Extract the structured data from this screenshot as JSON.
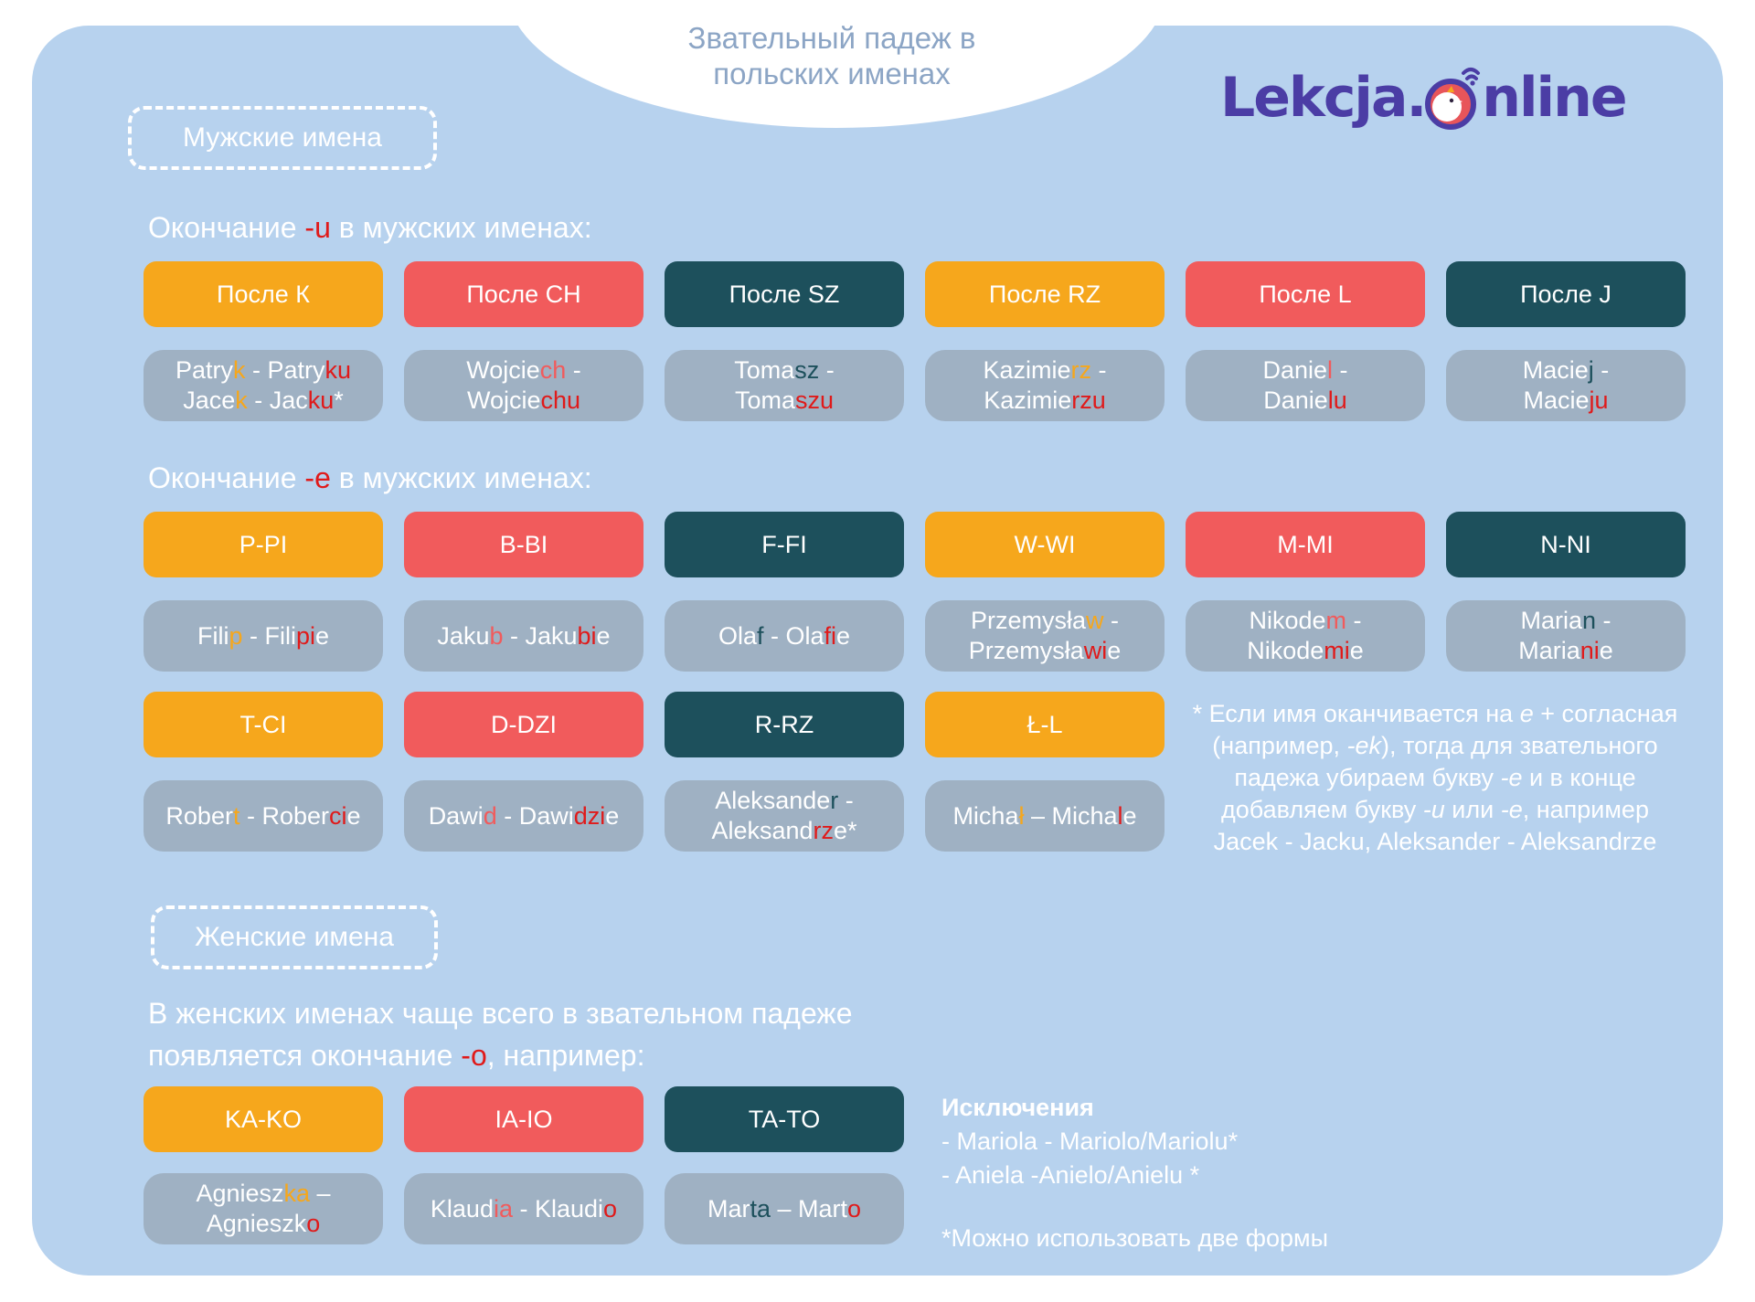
{
  "colors": {
    "white": "#ffffff",
    "red": "#e01a1a",
    "orange": "#f6a71c",
    "btn_red": "#f15b5c",
    "teal": "#1d505c",
    "card_blue": "#b7d2ee",
    "box_gray": "#9fb1c3",
    "title_gray": "#8ca5c5",
    "logo_purple": "#4b3da5"
  },
  "header": {
    "title_line1": "Звательный падеж в",
    "title_line2": "польских именах",
    "logo_prefix": "Lekcja.",
    "logo_suffix": "nline"
  },
  "male": {
    "badge": "Мужские имена",
    "section_u": {
      "heading": [
        [
          [
            "Окончание ",
            "w"
          ],
          [
            "-u",
            "r"
          ],
          [
            " в мужских именах:",
            "w"
          ]
        ]
      ],
      "columns": [
        {
          "label": "После К",
          "lines": [
            [
              [
                "Patry",
                "w"
              ],
              [
                "k",
                "o"
              ],
              [
                " - Patry",
                "w"
              ],
              [
                "ku",
                "r"
              ]
            ],
            [
              [
                "Jace",
                "w"
              ],
              [
                "k",
                "o"
              ],
              [
                " - Jac",
                "w"
              ],
              [
                "ku",
                "r"
              ],
              [
                "*",
                "w"
              ]
            ]
          ]
        },
        {
          "label": "После CH",
          "lines": [
            [
              [
                "Wojcie",
                "w"
              ],
              [
                "ch",
                "br"
              ],
              [
                " -",
                "w"
              ]
            ],
            [
              [
                "Wojcie",
                "w"
              ],
              [
                "chu",
                "r"
              ]
            ]
          ]
        },
        {
          "label": "После SZ",
          "lines": [
            [
              [
                "Toma",
                "w"
              ],
              [
                "sz",
                "t"
              ],
              [
                " -",
                "w"
              ]
            ],
            [
              [
                "Toma",
                "w"
              ],
              [
                "szu",
                "r"
              ]
            ]
          ]
        },
        {
          "label": "После RZ",
          "lines": [
            [
              [
                "Kazimie",
                "w"
              ],
              [
                "rz",
                "o"
              ],
              [
                " -",
                "w"
              ]
            ],
            [
              [
                "Kazimie",
                "w"
              ],
              [
                "rzu",
                "r"
              ]
            ]
          ]
        },
        {
          "label": "После L",
          "lines": [
            [
              [
                "Danie",
                "w"
              ],
              [
                "l",
                "br"
              ],
              [
                " -",
                "w"
              ]
            ],
            [
              [
                "Danie",
                "w"
              ],
              [
                "lu",
                "r"
              ]
            ]
          ]
        },
        {
          "label": "После J",
          "lines": [
            [
              [
                "Macie",
                "w"
              ],
              [
                "j",
                "t"
              ],
              [
                " -",
                "w"
              ]
            ],
            [
              [
                "Macie",
                "w"
              ],
              [
                "ju",
                "r"
              ]
            ]
          ]
        }
      ]
    },
    "section_e": {
      "heading": [
        [
          [
            "Окончание ",
            "w"
          ],
          [
            "-e",
            "r"
          ],
          [
            " в мужских именах:",
            "w"
          ]
        ]
      ],
      "row1": [
        {
          "label": "P-PI",
          "lines": [
            [
              [
                "Fili",
                "w"
              ],
              [
                "p",
                "o"
              ],
              [
                " - Fili",
                "w"
              ],
              [
                "pi",
                "r"
              ],
              [
                "e",
                "w"
              ]
            ]
          ]
        },
        {
          "label": "B-BI",
          "lines": [
            [
              [
                "Jaku",
                "w"
              ],
              [
                "b",
                "br"
              ],
              [
                " - Jaku",
                "w"
              ],
              [
                "bi",
                "r"
              ],
              [
                "e",
                "w"
              ]
            ]
          ]
        },
        {
          "label": "F-FI",
          "lines": [
            [
              [
                "Ola",
                "w"
              ],
              [
                "f",
                "t"
              ],
              [
                " - Ola",
                "w"
              ],
              [
                "fi",
                "r"
              ],
              [
                "e",
                "w"
              ]
            ]
          ]
        },
        {
          "label": "W-WI",
          "lines": [
            [
              [
                "Przemysła",
                "w"
              ],
              [
                "w",
                "o"
              ],
              [
                " -",
                "w"
              ]
            ],
            [
              [
                "Przemysła",
                "w"
              ],
              [
                "wi",
                "r"
              ],
              [
                "e",
                "w"
              ]
            ]
          ]
        },
        {
          "label": "M-MI",
          "lines": [
            [
              [
                "Nikode",
                "w"
              ],
              [
                "m",
                "br"
              ],
              [
                " -",
                "w"
              ]
            ],
            [
              [
                "Nikode",
                "w"
              ],
              [
                "mi",
                "r"
              ],
              [
                "e",
                "w"
              ]
            ]
          ]
        },
        {
          "label": "N-NI",
          "lines": [
            [
              [
                "Maria",
                "w"
              ],
              [
                "n",
                "t"
              ],
              [
                " -",
                "w"
              ]
            ],
            [
              [
                "Maria",
                "w"
              ],
              [
                "ni",
                "r"
              ],
              [
                "e",
                "w"
              ]
            ]
          ]
        }
      ],
      "row2": [
        {
          "label": "T-CI",
          "lines": [
            [
              [
                "Rober",
                "w"
              ],
              [
                "t",
                "o"
              ],
              [
                " - Rober",
                "w"
              ],
              [
                "ci",
                "r"
              ],
              [
                "e",
                "w"
              ]
            ]
          ]
        },
        {
          "label": "D-DZI",
          "lines": [
            [
              [
                "Dawi",
                "w"
              ],
              [
                "d",
                "br"
              ],
              [
                " - Dawi",
                "w"
              ],
              [
                "dzi",
                "r"
              ],
              [
                "e",
                "w"
              ]
            ]
          ]
        },
        {
          "label": "R-RZ",
          "lines": [
            [
              [
                "Aleksande",
                "w"
              ],
              [
                "r",
                "t"
              ],
              [
                " -",
                "w"
              ]
            ],
            [
              [
                "Aleksand",
                "w"
              ],
              [
                "rz",
                "r"
              ],
              [
                "e*",
                "w"
              ]
            ]
          ]
        },
        {
          "label": "Ł-L",
          "lines": [
            [
              [
                "Micha",
                "w"
              ],
              [
                "ł",
                "o"
              ],
              [
                " – Micha",
                "w"
              ],
              [
                "l",
                "r"
              ],
              [
                "e",
                "w"
              ]
            ]
          ]
        }
      ]
    },
    "footnote": [
      [
        [
          "* Если имя оканчивается на ",
          "w"
        ],
        [
          "e",
          "i"
        ],
        [
          " + согласная",
          "w"
        ]
      ],
      [
        [
          "(например, ",
          "w"
        ],
        [
          "-ek",
          "i"
        ],
        [
          "), тогда для звательного",
          "w"
        ]
      ],
      [
        [
          "падежа убираем букву ",
          "w"
        ],
        [
          "-e",
          "i"
        ],
        [
          " и в конце",
          "w"
        ]
      ],
      [
        [
          "добавляем букву ",
          "w"
        ],
        [
          "-u",
          "i"
        ],
        [
          " или ",
          "w"
        ],
        [
          "-e",
          "i"
        ],
        [
          ", например",
          "w"
        ]
      ],
      [
        [
          "Jacek - Jacku, Aleksander - Aleksandrze",
          "w"
        ]
      ]
    ]
  },
  "female": {
    "badge": "Женские имена",
    "intro": [
      [
        [
          "В женских именах чаще всего в звательном падеже",
          "w"
        ]
      ],
      [
        [
          "появляется окончание ",
          "w"
        ],
        [
          "-o",
          "r"
        ],
        [
          ", например:",
          "w"
        ]
      ]
    ],
    "columns": [
      {
        "label": "KA-KO",
        "lines": [
          [
            [
              "Agniesz",
              "w"
            ],
            [
              "ka",
              "o"
            ],
            [
              " –",
              "w"
            ]
          ],
          [
            [
              "Agnieszk",
              "w"
            ],
            [
              "o",
              "r"
            ]
          ]
        ]
      },
      {
        "label": "IA-IO",
        "lines": [
          [
            [
              "Klaud",
              "w"
            ],
            [
              "ia",
              "br"
            ],
            [
              " - Klaudi",
              "w"
            ],
            [
              "o",
              "r"
            ]
          ]
        ]
      },
      {
        "label": "TA-TO",
        "lines": [
          [
            [
              "Mar",
              "w"
            ],
            [
              "ta",
              "t"
            ],
            [
              " – Mart",
              "w"
            ],
            [
              "o",
              "r"
            ]
          ]
        ]
      }
    ],
    "exceptions": {
      "title": "Исключения",
      "items": [
        "- Mariola - Mariolo/Mariolu*",
        "- Aniela -Anielo/Anielu *"
      ],
      "footnote": "*Можно использовать две формы"
    }
  }
}
